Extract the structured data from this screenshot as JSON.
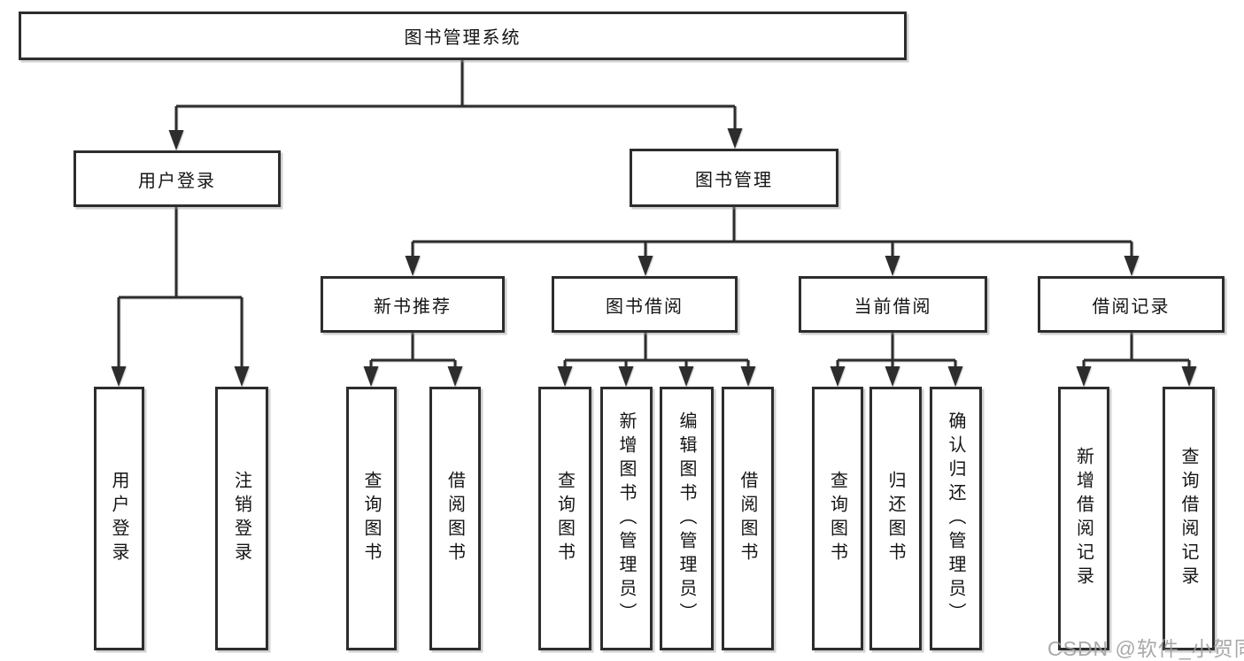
{
  "diagram_title": "图书管理系统",
  "tree": {
    "label": "图书管理系统",
    "children": [
      {
        "label": "用户登录",
        "children": [
          {
            "label": "用户登录"
          },
          {
            "label": "注销登录"
          }
        ]
      },
      {
        "label": "图书管理",
        "children": [
          {
            "label": "新书推荐",
            "children": [
              {
                "label": "查询图书"
              },
              {
                "label": "借阅图书"
              }
            ]
          },
          {
            "label": "图书借阅",
            "children": [
              {
                "label": "查询图书"
              },
              {
                "label": "新增图书（管理员）"
              },
              {
                "label": "编辑图书（管理员）"
              },
              {
                "label": "借阅图书"
              }
            ]
          },
          {
            "label": "当前借阅",
            "children": [
              {
                "label": "查询图书"
              },
              {
                "label": "归还图书"
              },
              {
                "label": "确认归还（管理员）"
              }
            ]
          },
          {
            "label": "借阅记录",
            "children": [
              {
                "label": "新增借阅记录"
              },
              {
                "label": "查询借阅记录"
              }
            ]
          }
        ]
      }
    ]
  },
  "watermark": {
    "text": "CSDN @软件_小贺同学"
  },
  "colors": {
    "line": "#2d2d2d",
    "box_border": "#2d2d2d",
    "text": "#141414",
    "watermark": "#9b9b9b",
    "background": "#ffffff"
  }
}
